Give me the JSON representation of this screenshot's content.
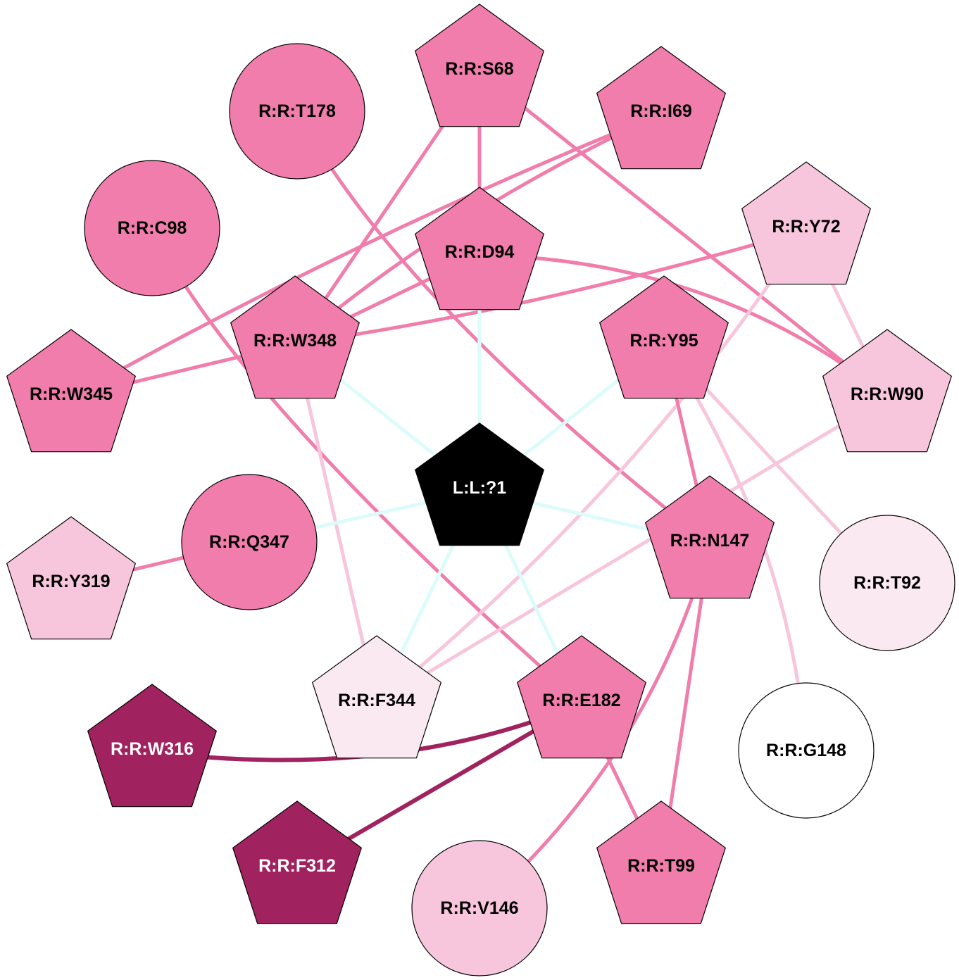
{
  "colors": {
    "mid": "#f07dab",
    "light": "#f8c6dc",
    "pale": "#fbe9f2",
    "white": "#ffffff",
    "dark": "#a0225e",
    "ligand": "#000000",
    "ligand_edge": "#dcfcfc"
  },
  "nodes": [
    {
      "id": "S68",
      "label": "R:R:S68",
      "shape": "pentagon",
      "fill": "mid"
    },
    {
      "id": "T178",
      "label": "R:R:T178",
      "shape": "circle",
      "fill": "mid"
    },
    {
      "id": "I69",
      "label": "R:R:I69",
      "shape": "pentagon",
      "fill": "mid"
    },
    {
      "id": "C98",
      "label": "R:R:C98",
      "shape": "circle",
      "fill": "mid"
    },
    {
      "id": "D94",
      "label": "R:R:D94",
      "shape": "pentagon",
      "fill": "mid"
    },
    {
      "id": "Y72",
      "label": "R:R:Y72",
      "shape": "pentagon",
      "fill": "light"
    },
    {
      "id": "W348",
      "label": "R:R:W348",
      "shape": "pentagon",
      "fill": "mid"
    },
    {
      "id": "Y95",
      "label": "R:R:Y95",
      "shape": "pentagon",
      "fill": "mid"
    },
    {
      "id": "W345",
      "label": "R:R:W345",
      "shape": "pentagon",
      "fill": "mid"
    },
    {
      "id": "W90",
      "label": "R:R:W90",
      "shape": "pentagon",
      "fill": "light"
    },
    {
      "id": "L1",
      "label": "L:L:?1",
      "shape": "pentagon",
      "fill": "ligand"
    },
    {
      "id": "Q347",
      "label": "R:R:Q347",
      "shape": "circle",
      "fill": "mid"
    },
    {
      "id": "Y319",
      "label": "R:R:Y319",
      "shape": "pentagon",
      "fill": "light"
    },
    {
      "id": "N147",
      "label": "R:R:N147",
      "shape": "pentagon",
      "fill": "mid"
    },
    {
      "id": "T92",
      "label": "R:R:T92",
      "shape": "circle",
      "fill": "pale"
    },
    {
      "id": "F344",
      "label": "R:R:F344",
      "shape": "pentagon",
      "fill": "pale"
    },
    {
      "id": "E182",
      "label": "R:R:E182",
      "shape": "pentagon",
      "fill": "mid"
    },
    {
      "id": "G148",
      "label": "R:R:G148",
      "shape": "circle",
      "fill": "white"
    },
    {
      "id": "W316",
      "label": "R:R:W316",
      "shape": "pentagon",
      "fill": "dark"
    },
    {
      "id": "F312",
      "label": "R:R:F312",
      "shape": "pentagon",
      "fill": "dark"
    },
    {
      "id": "V146",
      "label": "R:R:V146",
      "shape": "circle",
      "fill": "light"
    },
    {
      "id": "T99",
      "label": "R:R:T99",
      "shape": "pentagon",
      "fill": "mid"
    }
  ],
  "edges": [
    {
      "s": "S68",
      "t": "W348",
      "color": "mid"
    },
    {
      "s": "S68",
      "t": "D94",
      "color": "mid"
    },
    {
      "s": "S68",
      "t": "W90",
      "color": "mid"
    },
    {
      "s": "I69",
      "t": "W345",
      "color": "mid"
    },
    {
      "s": "I69",
      "t": "W348",
      "color": "mid"
    },
    {
      "s": "T178",
      "t": "N147",
      "color": "mid"
    },
    {
      "s": "C98",
      "t": "E182",
      "color": "mid"
    },
    {
      "s": "D94",
      "t": "W348",
      "color": "mid"
    },
    {
      "s": "D94",
      "t": "W90",
      "color": "mid"
    },
    {
      "s": "Y72",
      "t": "W348",
      "color": "mid"
    },
    {
      "s": "W348",
      "t": "W345",
      "color": "mid"
    },
    {
      "s": "Y72",
      "t": "W90",
      "color": "light"
    },
    {
      "s": "Y72",
      "t": "F344",
      "color": "light"
    },
    {
      "s": "W90",
      "t": "F344",
      "color": "light"
    },
    {
      "s": "Y95",
      "t": "N147",
      "color": "mid"
    },
    {
      "s": "Y95",
      "t": "T92",
      "color": "light"
    },
    {
      "s": "Y95",
      "t": "G148",
      "color": "light"
    },
    {
      "s": "W348",
      "t": "F344",
      "color": "light"
    },
    {
      "s": "Q347",
      "t": "Y319",
      "color": "mid"
    },
    {
      "s": "N147",
      "t": "V146",
      "color": "mid"
    },
    {
      "s": "N147",
      "t": "T99",
      "color": "mid"
    },
    {
      "s": "E182",
      "t": "T99",
      "color": "mid"
    },
    {
      "s": "E182",
      "t": "W316",
      "color": "dark"
    },
    {
      "s": "E182",
      "t": "F312",
      "color": "dark"
    },
    {
      "s": "L1",
      "t": "D94",
      "color": "ligand_edge"
    },
    {
      "s": "L1",
      "t": "W348",
      "color": "ligand_edge"
    },
    {
      "s": "L1",
      "t": "Y95",
      "color": "ligand_edge"
    },
    {
      "s": "L1",
      "t": "Q347",
      "color": "ligand_edge"
    },
    {
      "s": "L1",
      "t": "N147",
      "color": "ligand_edge"
    },
    {
      "s": "L1",
      "t": "F344",
      "color": "ligand_edge"
    },
    {
      "s": "L1",
      "t": "E182",
      "color": "ligand_edge"
    }
  ]
}
